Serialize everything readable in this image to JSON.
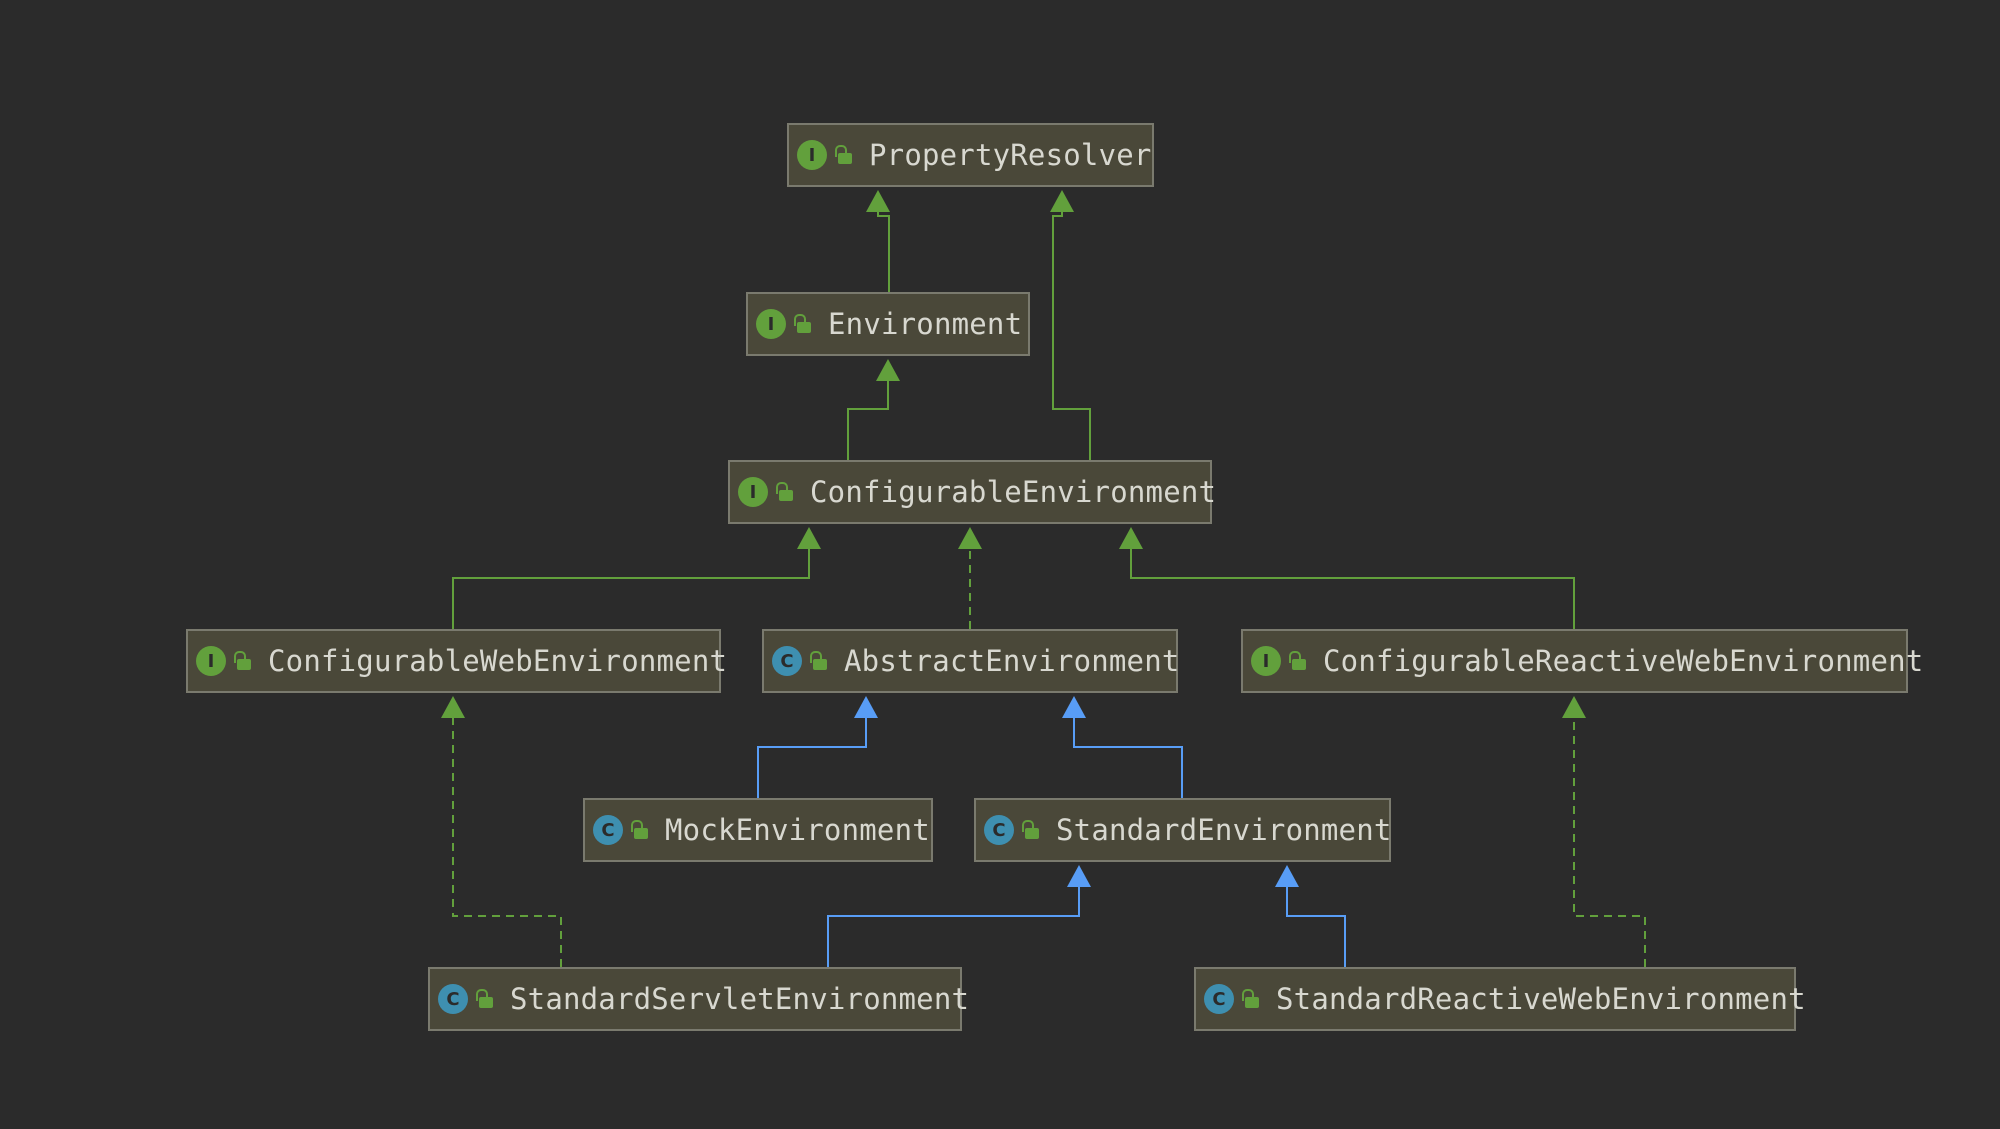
{
  "nodes": [
    {
      "id": "PropertyResolver",
      "label": "PropertyResolver",
      "kind": "interface",
      "badge": "I"
    },
    {
      "id": "Environment",
      "label": "Environment",
      "kind": "interface",
      "badge": "I"
    },
    {
      "id": "ConfigurableEnvironment",
      "label": "ConfigurableEnvironment",
      "kind": "interface",
      "badge": "I"
    },
    {
      "id": "ConfigurableWebEnvironment",
      "label": "ConfigurableWebEnvironment",
      "kind": "interface",
      "badge": "I"
    },
    {
      "id": "AbstractEnvironment",
      "label": "AbstractEnvironment",
      "kind": "class",
      "badge": "C"
    },
    {
      "id": "ConfigurableReactiveWebEnvironment",
      "label": "ConfigurableReactiveWebEnvironment",
      "kind": "interface",
      "badge": "I"
    },
    {
      "id": "MockEnvironment",
      "label": "MockEnvironment",
      "kind": "class",
      "badge": "C"
    },
    {
      "id": "StandardEnvironment",
      "label": "StandardEnvironment",
      "kind": "class",
      "badge": "C"
    },
    {
      "id": "StandardServletEnvironment",
      "label": "StandardServletEnvironment",
      "kind": "class",
      "badge": "C"
    },
    {
      "id": "StandardReactiveWebEnvironment",
      "label": "StandardReactiveWebEnvironment",
      "kind": "class",
      "badge": "C"
    }
  ],
  "edges": [
    {
      "from": "Environment",
      "to": "PropertyResolver",
      "type": "extends"
    },
    {
      "from": "ConfigurableEnvironment",
      "to": "PropertyResolver",
      "type": "extends"
    },
    {
      "from": "ConfigurableEnvironment",
      "to": "Environment",
      "type": "extends"
    },
    {
      "from": "ConfigurableWebEnvironment",
      "to": "ConfigurableEnvironment",
      "type": "extends"
    },
    {
      "from": "AbstractEnvironment",
      "to": "ConfigurableEnvironment",
      "type": "implements"
    },
    {
      "from": "ConfigurableReactiveWebEnvironment",
      "to": "ConfigurableEnvironment",
      "type": "extends"
    },
    {
      "from": "MockEnvironment",
      "to": "AbstractEnvironment",
      "type": "class-extends"
    },
    {
      "from": "StandardEnvironment",
      "to": "AbstractEnvironment",
      "type": "class-extends"
    },
    {
      "from": "StandardServletEnvironment",
      "to": "StandardEnvironment",
      "type": "class-extends"
    },
    {
      "from": "StandardServletEnvironment",
      "to": "ConfigurableWebEnvironment",
      "type": "implements"
    },
    {
      "from": "StandardReactiveWebEnvironment",
      "to": "StandardEnvironment",
      "type": "class-extends"
    },
    {
      "from": "StandardReactiveWebEnvironment",
      "to": "ConfigurableReactiveWebEnvironment",
      "type": "implements"
    }
  ],
  "colors": {
    "background": "#2b2b2b",
    "node_fill": "#4a4839",
    "node_border": "#7a7a6e",
    "text": "#d8d8d0",
    "interface_edge": "#62a03c",
    "class_edge": "#589df6",
    "interface_badge": "#62a03c",
    "class_badge": "#3e8fb0"
  },
  "icons": {
    "interface_badge": "interface-badge-icon",
    "class_badge": "class-badge-icon",
    "visibility": "public-lock-icon"
  }
}
